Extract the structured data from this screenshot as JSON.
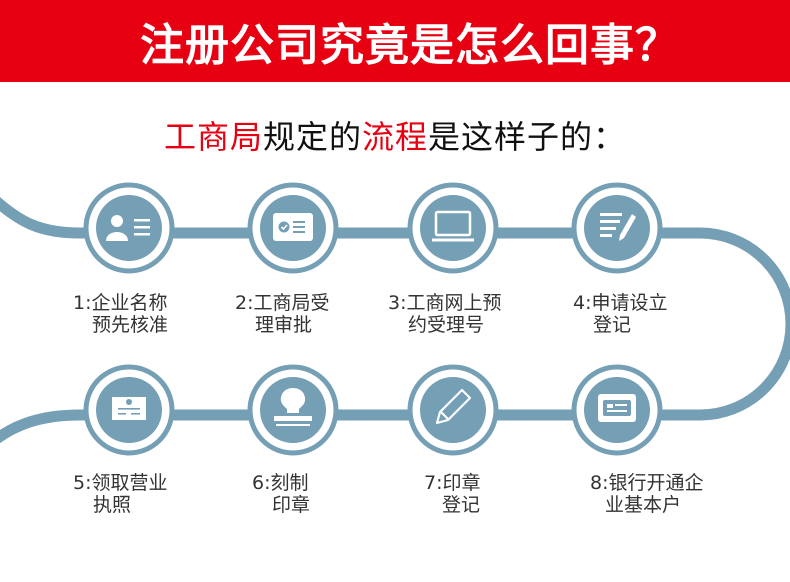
{
  "header": {
    "title": "注册公司究竟是怎么回事？"
  },
  "subtitle": {
    "part1": "工商局",
    "part2": "规定的",
    "part3": "流程",
    "part4": "是这样子的："
  },
  "colors": {
    "banner": "#e60012",
    "highlight": "#e60012",
    "track": "#759fb5",
    "text": "#333333"
  },
  "steps": [
    {
      "number": "1",
      "line1": "1:企业名称",
      "line2": "预先核准",
      "icon": "id-card-person-icon"
    },
    {
      "number": "2",
      "line1": "2:工商局受",
      "line2": "理审批",
      "icon": "certificate-check-icon"
    },
    {
      "number": "3",
      "line1": "3:工商网上预",
      "line2": "约受理号",
      "icon": "laptop-icon"
    },
    {
      "number": "4",
      "line1": "4:申请设立",
      "line2": "登记",
      "icon": "document-pen-icon"
    },
    {
      "number": "5",
      "line1": "5:领取营业",
      "line2": "执照",
      "icon": "business-license-icon"
    },
    {
      "number": "6",
      "line1": "6:刻制",
      "line2": "印章",
      "icon": "stamp-icon"
    },
    {
      "number": "7",
      "line1": "7:印章",
      "line2": "登记",
      "icon": "pencil-icon"
    },
    {
      "number": "8",
      "line1": "8:银行开通企",
      "line2": "业基本户",
      "icon": "bank-card-icon"
    }
  ]
}
